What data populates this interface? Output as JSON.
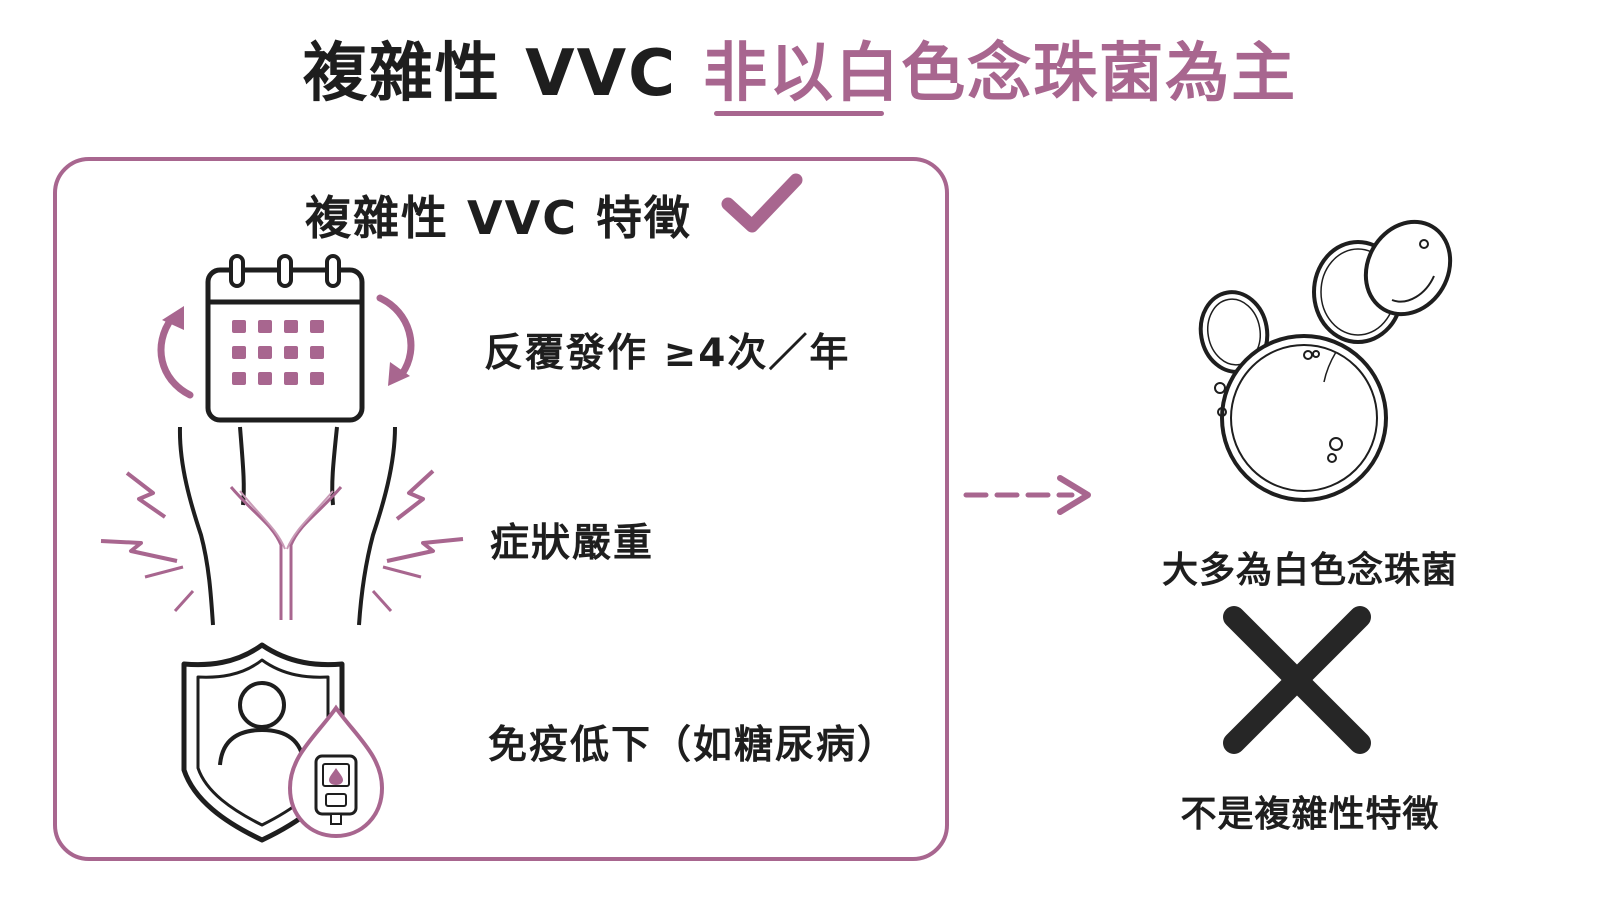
{
  "title": {
    "part1": "複雜性 VVC",
    "part2": "非以白色念珠菌為主"
  },
  "panel": {
    "title": "複雜性 VVC 特徵",
    "features": [
      {
        "label": "反覆發作 ≥4次／年",
        "icon": "recurring-calendar-icon"
      },
      {
        "label": "症狀嚴重",
        "icon": "severe-pelvic-pain-icon"
      },
      {
        "label": "免疫低下（如糖尿病）",
        "icon": "immune-shield-glucose-icon"
      }
    ]
  },
  "side": {
    "organism_label": "大多為白色念珠菌",
    "negation_label": "不是複雜性特徵",
    "icons": [
      "yeast-cell-icon",
      "cross-icon",
      "dashed-arrow-icon"
    ]
  },
  "colors": {
    "accent": "#a8668f",
    "text": "#1e1e1e",
    "background": "#ffffff"
  }
}
